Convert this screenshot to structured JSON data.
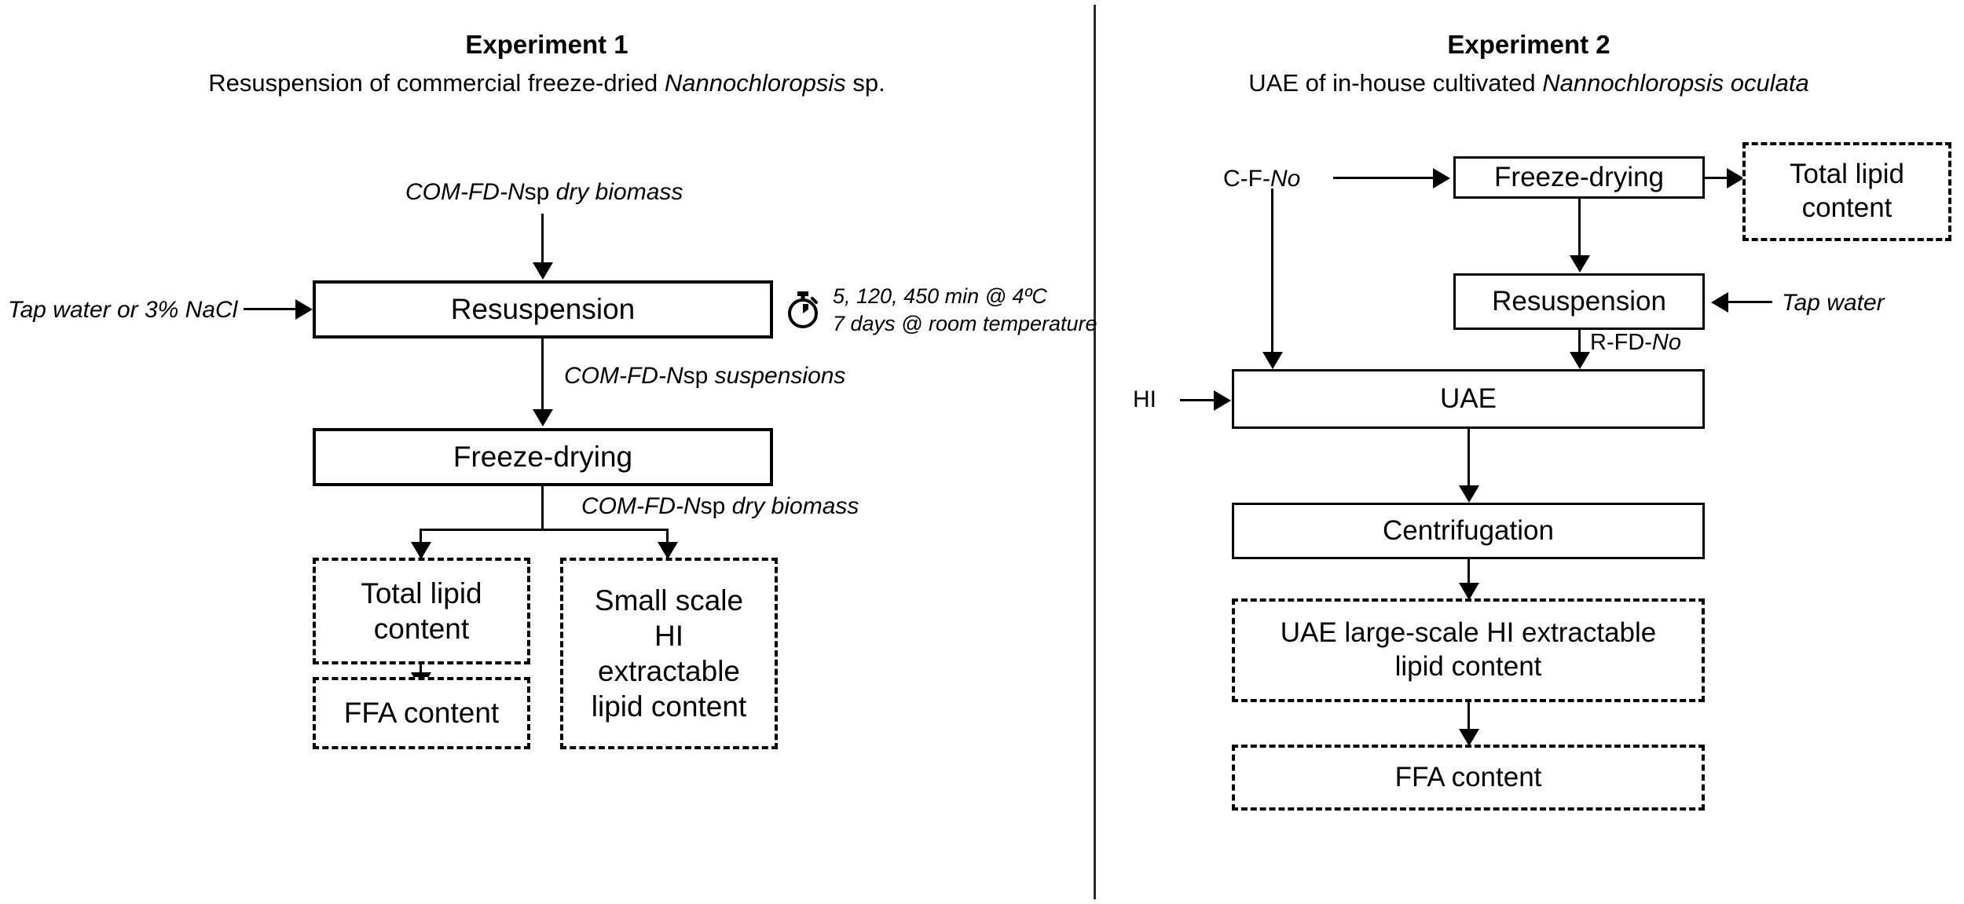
{
  "figure": {
    "type": "flow-diagram",
    "panels": [
      {
        "id": "experiment-1",
        "title": "Experiment 1",
        "subtitle_pre": "Resuspension of commercial freeze-dried ",
        "subtitle_italic": "Nannochloropsis",
        "subtitle_post": " sp.",
        "nodes": [
          {
            "id": "resuspension",
            "label": "Resuspension",
            "style": "solid"
          },
          {
            "id": "freeze-drying",
            "label": "Freeze-drying",
            "style": "solid"
          },
          {
            "id": "total-lipid-content",
            "label": "Total lipid\ncontent",
            "style": "dashed"
          },
          {
            "id": "ffa-content",
            "label": "FFA content",
            "style": "dashed"
          },
          {
            "id": "small-scale-hi",
            "label": "Small scale\nHI\nextractable\nlipid content",
            "style": "dashed"
          }
        ],
        "edge_labels": {
          "input_left": "Tap water or 3% NaCl",
          "input_top_pre": "COM-FD-N",
          "input_top_mid": "sp",
          "input_top_post": " dry biomass",
          "mid_pre": "COM-FD-N",
          "mid_mid": "sp",
          "mid_post": " suspensions",
          "lower_pre": "COM-FD-N",
          "lower_mid": "sp",
          "lower_post": " dry biomass"
        },
        "timer_note": {
          "icon": "stopwatch-icon",
          "line1": "5, 120, 450 min @ 4ºC",
          "line2": "7 days @ room temperature"
        }
      },
      {
        "id": "experiment-2",
        "title": "Experiment 2",
        "subtitle_pre": "UAE of in-house cultivated ",
        "subtitle_italic": "Nannochloropsis oculata",
        "subtitle_post": "",
        "nodes": [
          {
            "id": "freeze-drying",
            "label": "Freeze-drying",
            "style": "solid"
          },
          {
            "id": "total-lipid-content",
            "label": "Total lipid\ncontent",
            "style": "dashed"
          },
          {
            "id": "resuspension",
            "label": "Resuspension",
            "style": "solid"
          },
          {
            "id": "uae",
            "label": "UAE",
            "style": "solid"
          },
          {
            "id": "centrifugation",
            "label": "Centrifugation",
            "style": "solid"
          },
          {
            "id": "uae-large-scale",
            "label": "UAE large-scale HI extractable\nlipid content",
            "style": "dashed"
          },
          {
            "id": "ffa-content",
            "label": "FFA content",
            "style": "dashed"
          }
        ],
        "edge_labels": {
          "feed_pre": "C-F-",
          "feed_italic": "No",
          "hi": "HI",
          "tap_water": "Tap water",
          "rfd_pre": "R-FD-",
          "rfd_italic": "No"
        }
      }
    ],
    "colors": {
      "stroke": "#000000",
      "background": "#ffffff",
      "divider": "#2b2b2b"
    }
  }
}
